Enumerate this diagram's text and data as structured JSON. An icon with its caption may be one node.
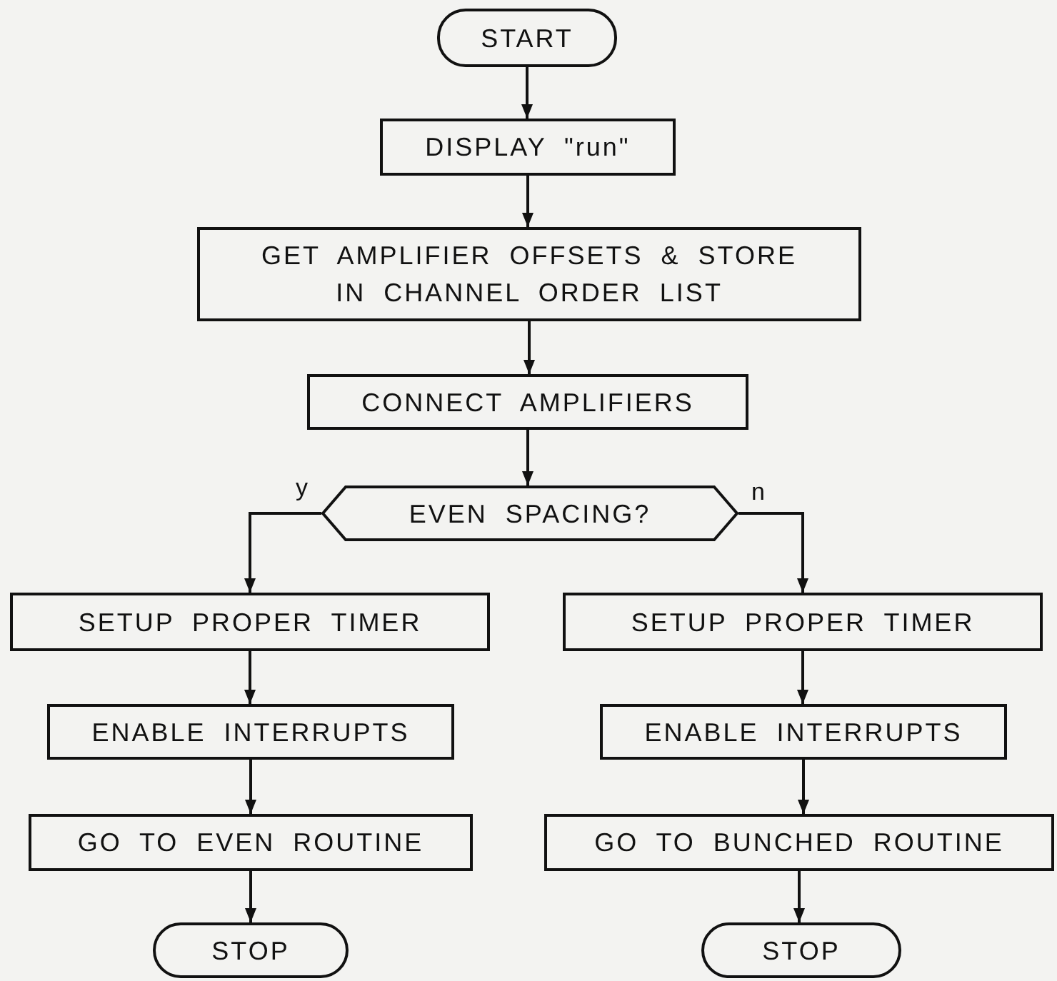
{
  "diagram": {
    "nodes": [
      {
        "text": [
          "START"
        ]
      },
      {
        "text": [
          "DISPLAY \"run\""
        ]
      },
      {
        "text": [
          "GET AMPLIFIER OFFSETS & STORE IN CHANNEL ORDER LIST"
        ]
      },
      {
        "text": [
          "CONNECT AMPLIFIERS"
        ]
      },
      {
        "text": [
          "EVEN SPACING?"
        ]
      },
      {
        "text": [
          "SETUP PROPER TIMER"
        ]
      },
      {
        "text": [
          "SETUP PROPER TIMER"
        ]
      },
      {
        "text": [
          "ENABLE INTERRUPTS"
        ]
      },
      {
        "text": [
          "ENABLE INTERRUPTS"
        ]
      },
      {
        "text": [
          "GO TO EVEN ROUTINE"
        ]
      },
      {
        "text": [
          "GO TO BUNCHED ROUTINE"
        ]
      },
      {
        "text": [
          "STOP"
        ]
      },
      {
        "text": [
          "STOP"
        ]
      }
    ],
    "edges": [
      {
        "from": 0,
        "to": 1,
        "arrow": "to"
      },
      {
        "from": 1,
        "to": 2,
        "arrow": "to"
      },
      {
        "from": 2,
        "to": 3,
        "arrow": "to"
      },
      {
        "from": 3,
        "to": 4,
        "arrow": "to"
      },
      {
        "from": 4,
        "to": 5,
        "arrow": "to",
        "label": "y"
      },
      {
        "from": 4,
        "to": 6,
        "arrow": "to",
        "label": "n"
      },
      {
        "from": 5,
        "to": 7,
        "arrow": "to"
      },
      {
        "from": 7,
        "to": 9,
        "arrow": "to"
      },
      {
        "from": 9,
        "to": 11,
        "arrow": "to"
      },
      {
        "from": 6,
        "to": 8,
        "arrow": "to"
      },
      {
        "from": 8,
        "to": 10,
        "arrow": "to"
      },
      {
        "from": 10,
        "to": 12,
        "arrow": "to"
      }
    ]
  }
}
